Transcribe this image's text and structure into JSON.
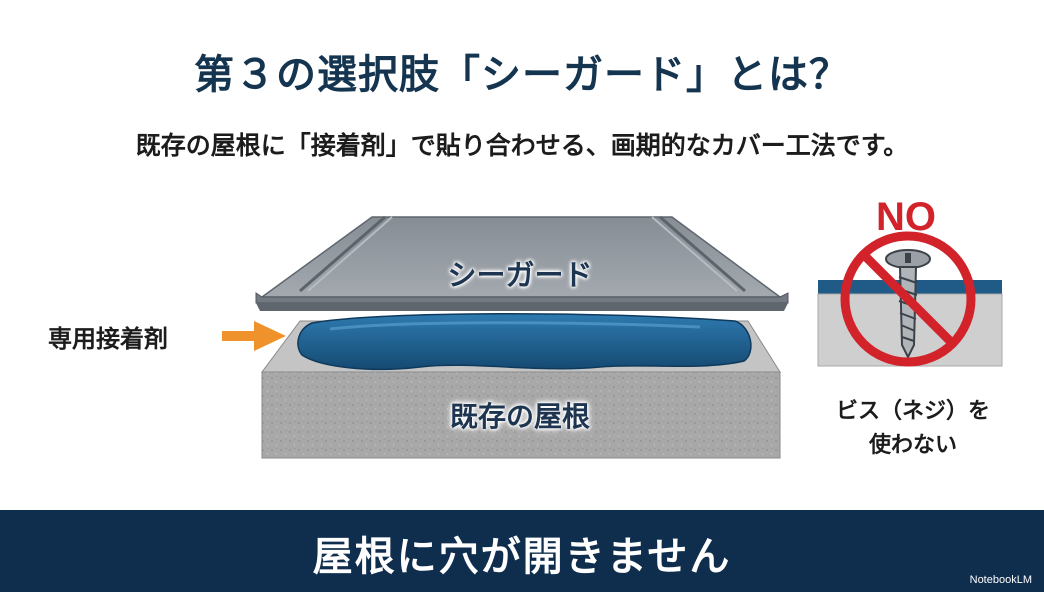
{
  "title": "第３の選択肢「シーガード」とは？",
  "subtitle": "既存の屋根に「接着剤」で貼り合わせる、画期的なカバー工法です。",
  "diagram": {
    "roof_label": "シーガード",
    "base_label": "既存の屋根",
    "adhesive_label": "専用接着剤"
  },
  "no_screw": {
    "no_text": "NO",
    "caption_line1": "ビス（ネジ）を",
    "caption_line2": "使わない"
  },
  "banner": {
    "text": "屋根に穴が開きません"
  },
  "watermark": "NotebookLM",
  "colors": {
    "title": "#14344f",
    "banner": "#0f2d4d",
    "adhesive": "#1f5b86",
    "arrow": "#f0922b",
    "prohibit": "#d2222a",
    "roof": "#8e959c",
    "concrete": "#a9a9a9"
  }
}
